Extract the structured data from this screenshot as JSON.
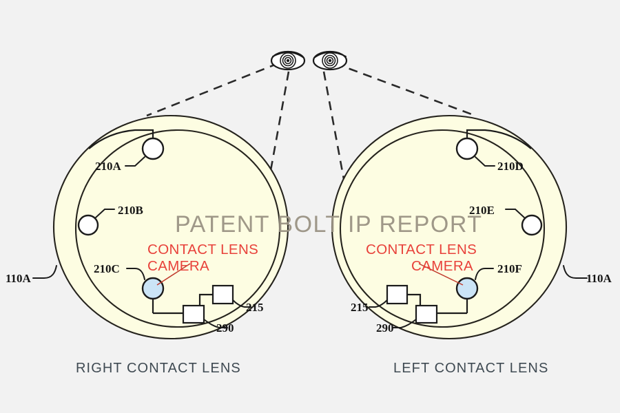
{
  "figure": {
    "title": "Contact lens with embedded camera — patent figure",
    "background_color": "#f2f2f2",
    "lens_fill_color": "#fdfde2",
    "camera_fill_color": "#cbe4f6",
    "annotation_color": "#e8413a",
    "caption_color": "#3f4a52",
    "watermark_color": "#9a9384"
  },
  "watermark": {
    "text": "PATENT BOLT IP REPORT"
  },
  "eyes": {
    "right_eye_name": "right-eye",
    "left_eye_name": "left-eye"
  },
  "right_lens": {
    "caption": "RIGHT CONTACT LENS",
    "outer_ref": "110A",
    "camera_label_line1": "CONTACT LENS",
    "camera_label_line2": "CAMERA",
    "sensors": [
      {
        "id": "210A",
        "label": "210A"
      },
      {
        "id": "210B",
        "label": "210B"
      },
      {
        "id": "210C",
        "label": "210C"
      }
    ],
    "components": [
      {
        "id": "215",
        "label": "215"
      },
      {
        "id": "290",
        "label": "290"
      }
    ]
  },
  "left_lens": {
    "caption": "LEFT CONTACT LENS",
    "outer_ref": "110A",
    "camera_label_line1": "CONTACT LENS",
    "camera_label_line2": "CAMERA",
    "sensors": [
      {
        "id": "210D",
        "label": "210D"
      },
      {
        "id": "210E",
        "label": "210E"
      },
      {
        "id": "210F",
        "label": "210F"
      }
    ],
    "components": [
      {
        "id": "215",
        "label": "215"
      },
      {
        "id": "290",
        "label": "290"
      }
    ]
  }
}
